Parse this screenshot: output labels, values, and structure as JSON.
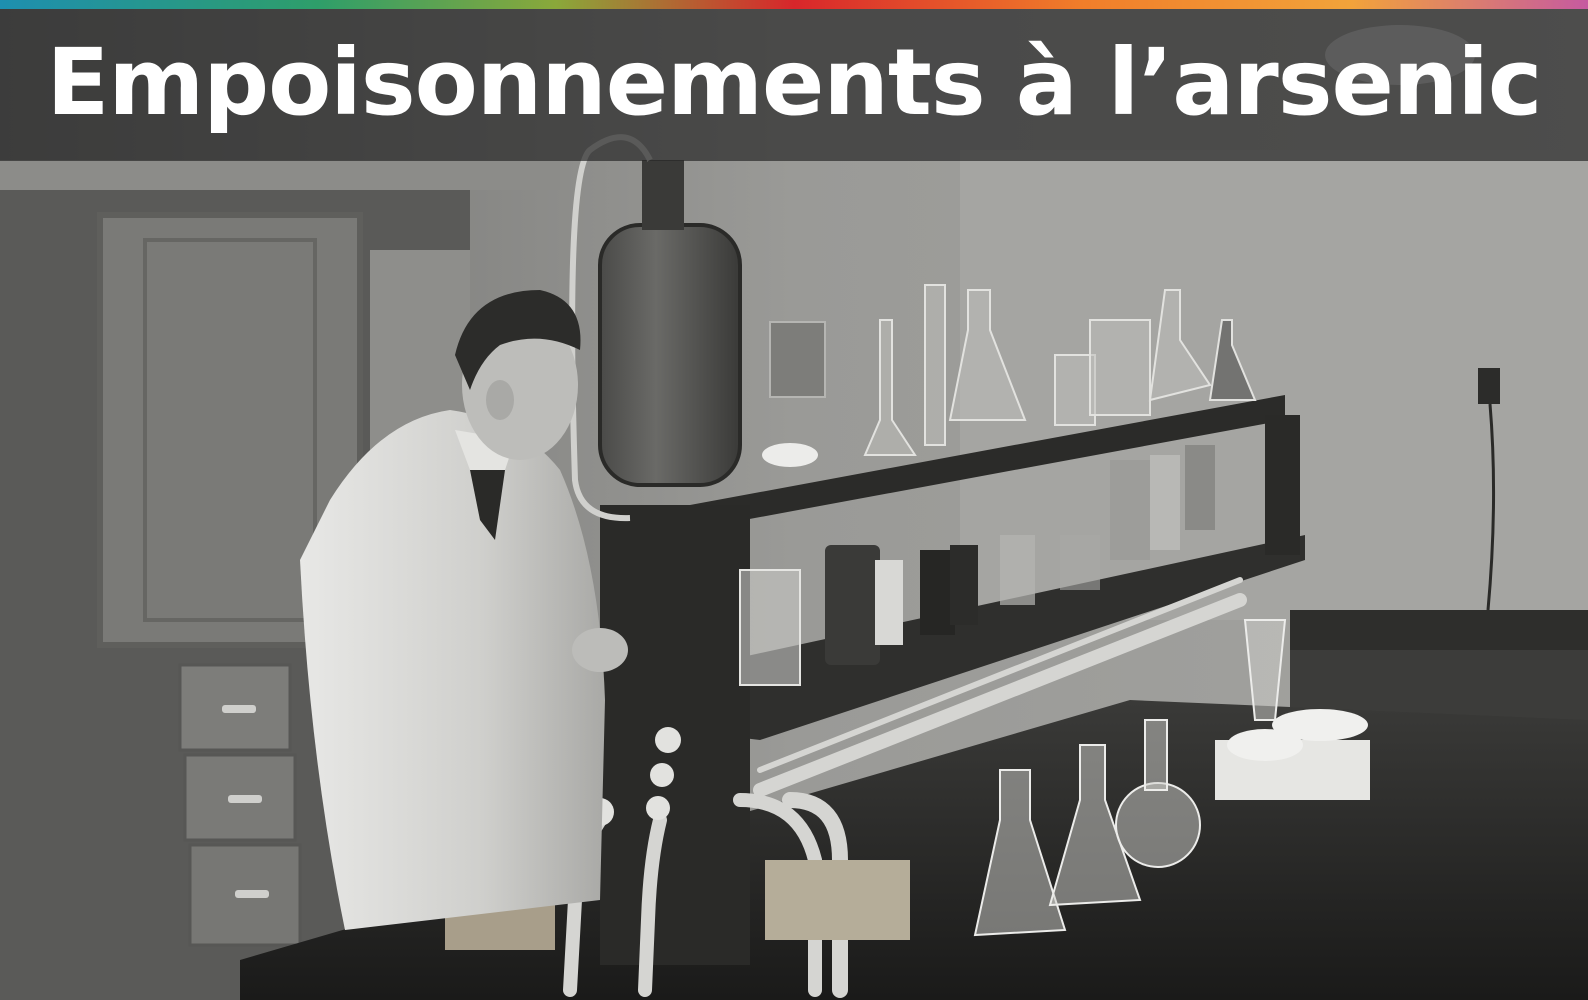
{
  "banner": {
    "title": "Empoisonnements à l’arsenic",
    "band_color": "#2a2a2a",
    "text_color": "#ffffff"
  },
  "color_strip": {
    "colors": [
      "#1e8fb0",
      "#2e9e6a",
      "#8aa83a",
      "#d8262b",
      "#f07d2a",
      "#f2a33a",
      "#c65aa0"
    ]
  },
  "photo": {
    "style": "black-and-white",
    "subject": "laboratory-chemist-at-bench"
  }
}
